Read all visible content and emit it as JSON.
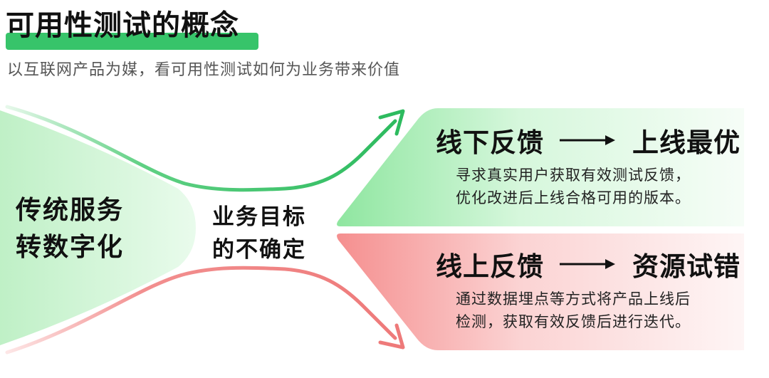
{
  "title": "可用性测试的概念",
  "subtitle": "以互联网产品为媒，看可用性测试如何为业务带来价值",
  "left": {
    "line1": "传统服务",
    "line2": "转数字化"
  },
  "center": {
    "line1": "业务目标",
    "line2": "的不确定"
  },
  "top_box": {
    "from": "线下反馈",
    "to": "上线最优",
    "desc_line1": "寻求真实用户获取有效测试反馈，",
    "desc_line2": "优化改进后上线合格可用的版本。"
  },
  "bottom_box": {
    "from": "线上反馈",
    "to": "资源试错",
    "desc_line1": "通过数据埋点等方式将产品上线后",
    "desc_line2": "检测，获取有效反馈后进行迭代。"
  },
  "colors": {
    "accent_green": "#37c46a",
    "accent_red": "#f08a8a",
    "green_fill": "#a9ecb4",
    "red_fill": "#f7a8a8"
  }
}
